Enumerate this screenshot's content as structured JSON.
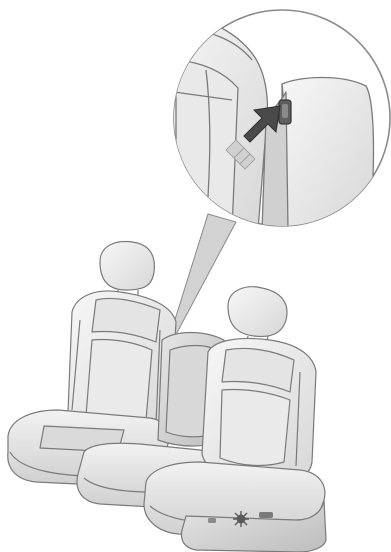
{
  "figure": {
    "subject": "bench-seat-illustration",
    "callout": {
      "shape": "circle-magnifier",
      "arrow_color": "#4a4a4a",
      "arrow_trail_color": "#cfcfcf"
    },
    "palette": {
      "outline": "#7a7a7a",
      "fill_light": "#eeeeee",
      "fill_mid": "#dcdcdc",
      "fill_dark": "#c4c4c4",
      "shadow": "#b5b5b5",
      "background": "#ffffff"
    },
    "icons": [
      "seat-illustration",
      "magnifier-callout",
      "latch-button",
      "direction-arrow",
      "power-seat-control-icon"
    ]
  }
}
